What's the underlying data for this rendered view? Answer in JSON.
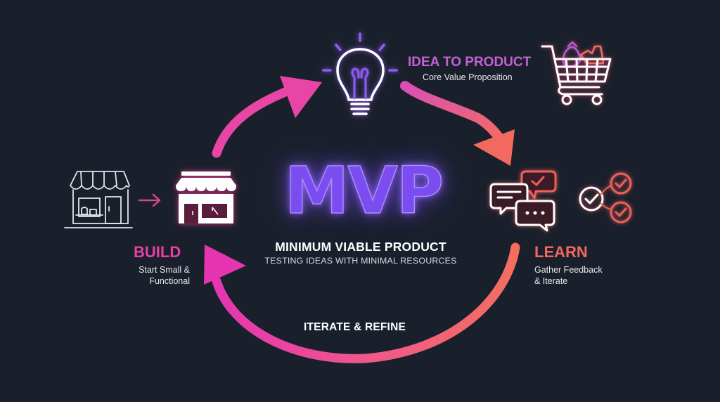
{
  "diagram": {
    "center": {
      "acronym": "MVP",
      "title": "MINIMUM VIABLE PRODUCT",
      "subtitle": "TESTING IDEAS WITH MINIMAL RESOURCES"
    },
    "stages": [
      {
        "id": "idea",
        "title": "IDEA TO PRODUCT",
        "subtitle": "Core Value Proposition",
        "icon": "lightbulb-icon",
        "color": "#c360d6"
      },
      {
        "id": "build",
        "title": "BUILD",
        "subtitle_lines": [
          "Start Small &",
          "Functional"
        ],
        "icon": "storefront-icon",
        "color": "#e93fa4"
      },
      {
        "id": "learn",
        "title": "LEARN",
        "subtitle_lines": [
          "Gather Feedback",
          "& Iterate"
        ],
        "icon": "chat-feedback-icon",
        "color": "#f1685f"
      }
    ],
    "loop_label": "ITERATE & REFINE",
    "decorations": [
      "sketch-store-icon",
      "shopping-cart-icon",
      "checklist-icon"
    ]
  },
  "colors": {
    "background": "#1a202b",
    "mvp_purple": "#7b4cf0",
    "magenta": "#e93fa4",
    "coral": "#f1685f",
    "violet": "#8f5cf5",
    "white": "#ffffff"
  }
}
